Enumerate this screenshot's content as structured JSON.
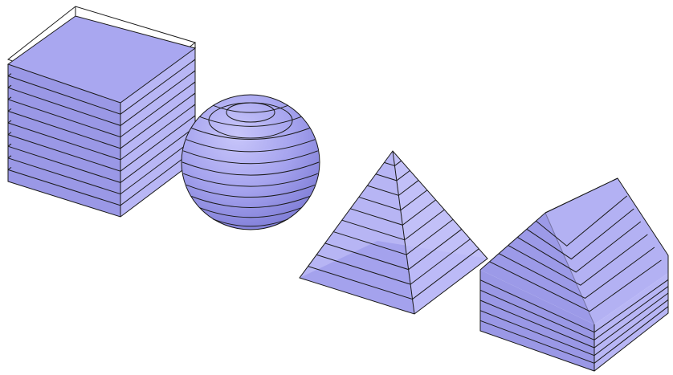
{
  "figure": {
    "description_visible_text": "",
    "colors": {
      "fill_light": "#b5b3f4",
      "fill_mid": "#9d9be8",
      "fill_dark": "#8886dd",
      "edge": "#1a1a1a",
      "background": "#ffffff"
    },
    "shapes": [
      {
        "name": "box",
        "slices": 9
      },
      {
        "name": "sphere",
        "slices": 11
      },
      {
        "name": "pyramid",
        "slices": 10
      },
      {
        "name": "house",
        "slices": 11
      }
    ]
  }
}
